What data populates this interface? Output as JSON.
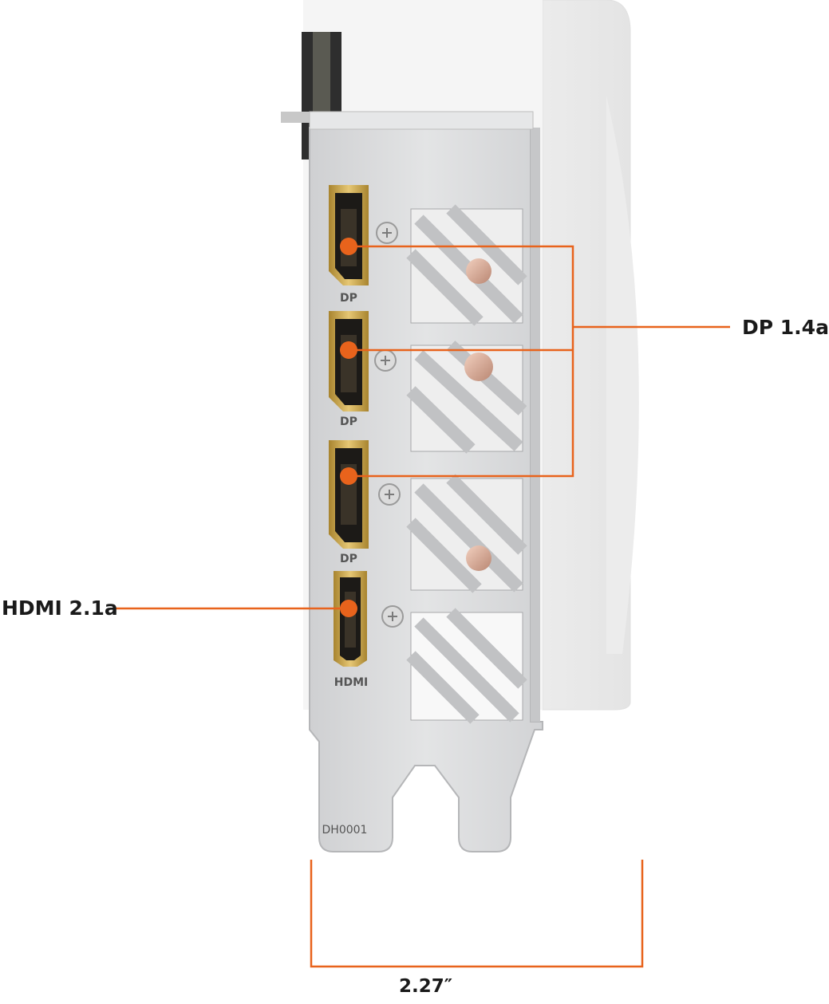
{
  "labels": {
    "dp_callout": "DP 1.4a",
    "hdmi_callout": "HDMI 2.1a",
    "bracket_width": "2.27″"
  },
  "bracket": {
    "ports": [
      {
        "id": "dp1",
        "text": "DP"
      },
      {
        "id": "dp2",
        "text": "DP"
      },
      {
        "id": "dp3",
        "text": "DP"
      },
      {
        "id": "hdmi",
        "text": "HDMI"
      }
    ],
    "stamp": "DH0001"
  },
  "colors": {
    "accent": "#e8631c",
    "port_gold": "#c9a24a",
    "bracket_metal": "#d9dadb",
    "shroud": "#f2f2f2"
  },
  "icons": {
    "screw": "screw-icon",
    "vent": "vent-slots"
  }
}
